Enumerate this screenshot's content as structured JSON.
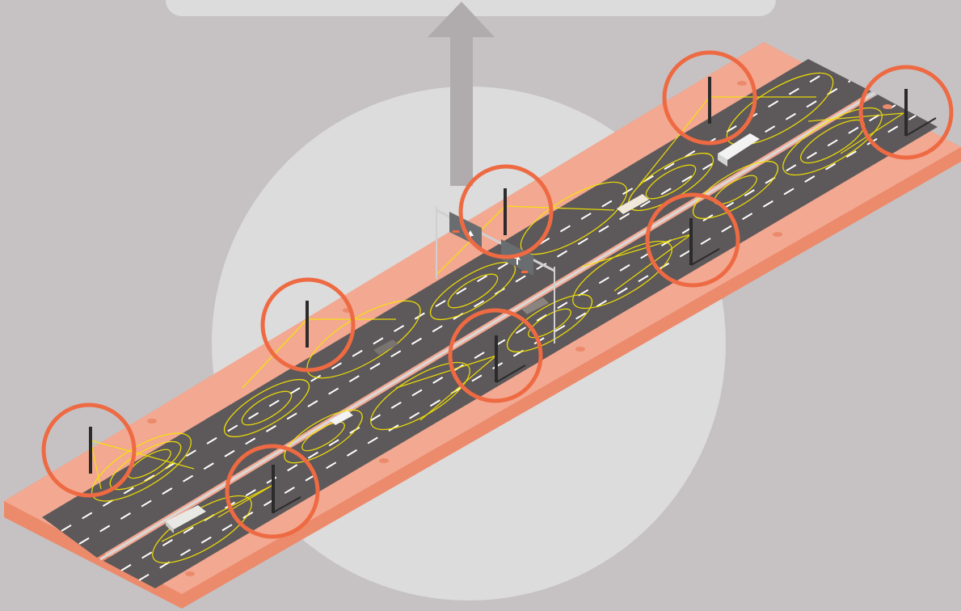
{
  "colors": {
    "background": "#c6c2c3",
    "top_panel": "#dcdcdc",
    "disc": "#dcdcdc",
    "arrow": "#b0acad",
    "verge": "#f2a891",
    "verge_side": "#ec8a6c",
    "asphalt": "#5d5859",
    "lane_marking": "#ffffff",
    "sensor_beam": "#f7e600",
    "highlight_ring": "#ee6a43",
    "pole": "#2b2b2b",
    "gantry_sign": "#6a6d70",
    "sign_symbol_accent": "#ee6a43"
  },
  "icons": {
    "upward_arrow": "arrow-up-icon",
    "roadside_sensor": "radar-sensor-pole-icon",
    "sign_arrow_straight": "arrow-up-icon",
    "sign_arrow_exit": "arrow-up-right-icon"
  },
  "sensors": [
    {
      "id": "s1"
    },
    {
      "id": "s2"
    },
    {
      "id": "s3"
    },
    {
      "id": "s4"
    },
    {
      "id": "s5"
    },
    {
      "id": "s6"
    },
    {
      "id": "s7"
    },
    {
      "id": "s8"
    },
    {
      "id": "s9"
    }
  ],
  "vehicles": [
    {
      "id": "v1",
      "kind": "van"
    },
    {
      "id": "v2",
      "kind": "car"
    },
    {
      "id": "v3",
      "kind": "car"
    },
    {
      "id": "v4",
      "kind": "car"
    },
    {
      "id": "v5",
      "kind": "car"
    },
    {
      "id": "v6",
      "kind": "van"
    }
  ],
  "gantry": {
    "signs": 2
  }
}
